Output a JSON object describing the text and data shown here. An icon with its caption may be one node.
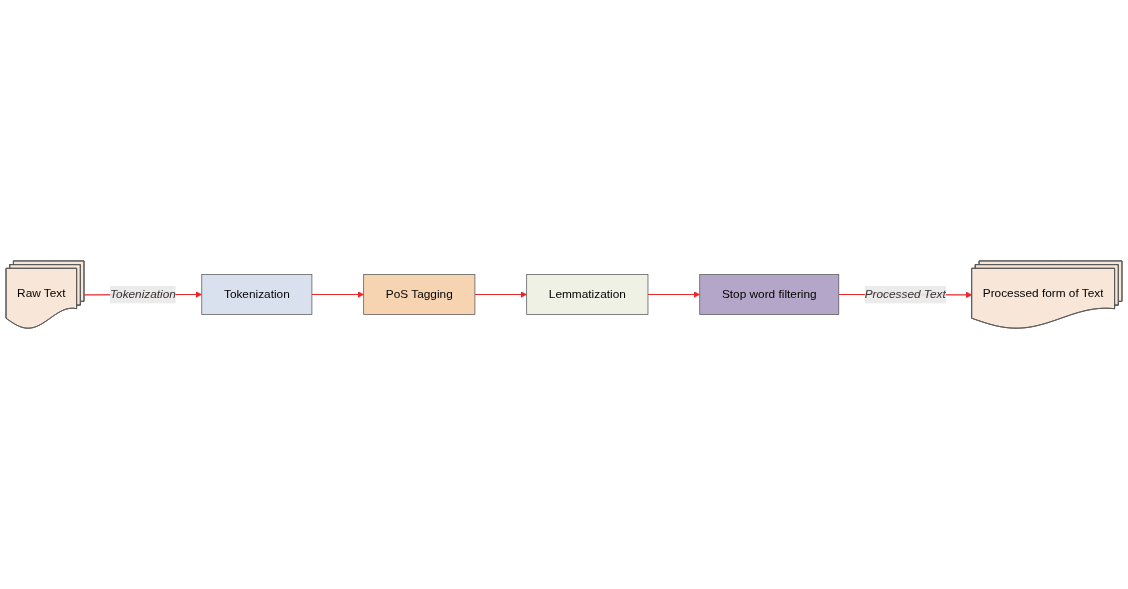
{
  "diagram": {
    "nodes": [
      {
        "text": [
          "Raw Text"
        ]
      },
      {
        "text": [
          "Tokenization"
        ]
      },
      {
        "text": [
          "PoS Tagging"
        ]
      },
      {
        "text": [
          "Lemmatization"
        ]
      },
      {
        "text": [
          "Stop word filtering"
        ]
      },
      {
        "text": [
          "Processed form of Text"
        ]
      }
    ],
    "edges": [
      {
        "from": 0,
        "to": 1,
        "arrow": "to",
        "label": "Tokenization"
      },
      {
        "from": 1,
        "to": 2,
        "arrow": "to"
      },
      {
        "from": 2,
        "to": 3,
        "arrow": "to"
      },
      {
        "from": 3,
        "to": 4,
        "arrow": "to"
      },
      {
        "from": 4,
        "to": 5,
        "arrow": "to",
        "label": "Processed Text"
      }
    ]
  }
}
